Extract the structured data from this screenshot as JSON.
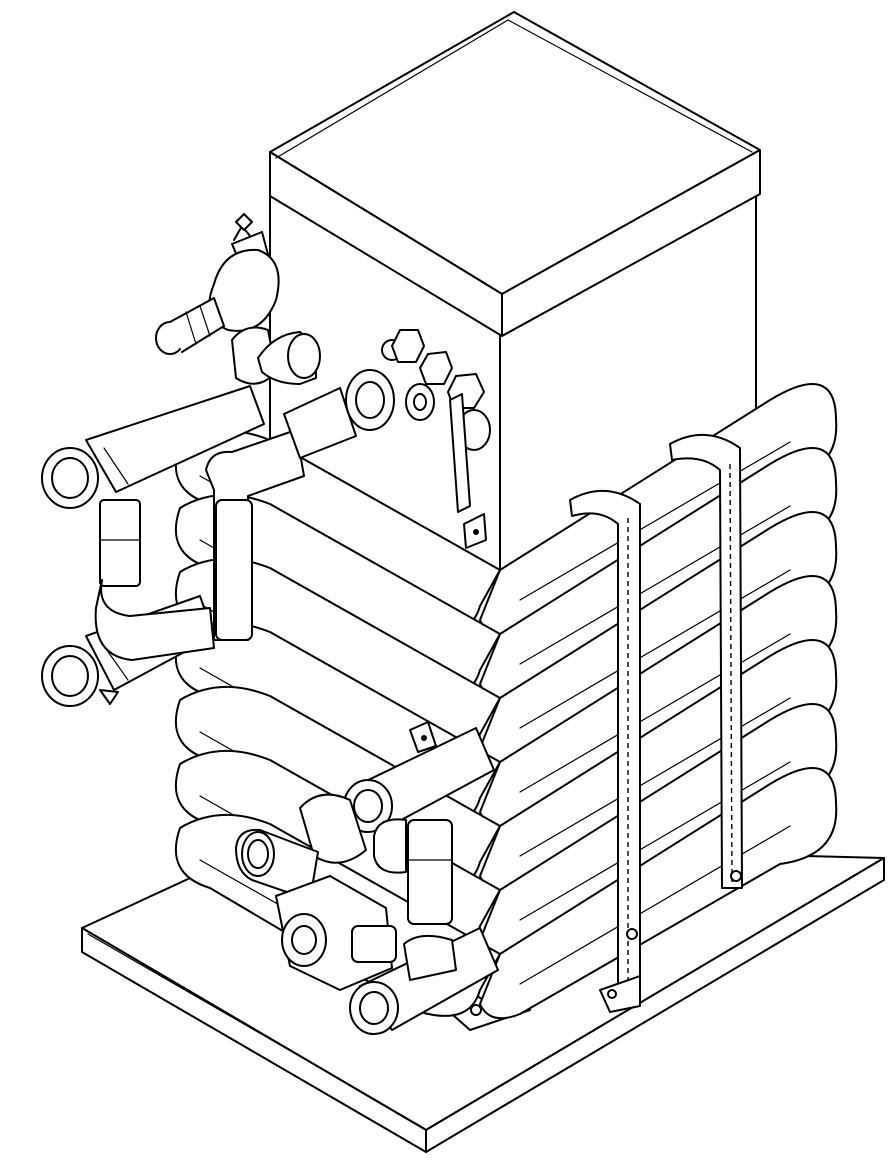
{
  "drawing": {
    "components": [
      "base-plate",
      "tank-housing",
      "tank-lid",
      "coil-tubing",
      "mounting-straps",
      "pressure-relief-valve",
      "union-fitting",
      "gauge-fittings",
      "lever-arm",
      "tube-stubs",
      "tee-fittings",
      "threaded-fittings"
    ],
    "coil_turns": 7,
    "strap_count": 2
  }
}
